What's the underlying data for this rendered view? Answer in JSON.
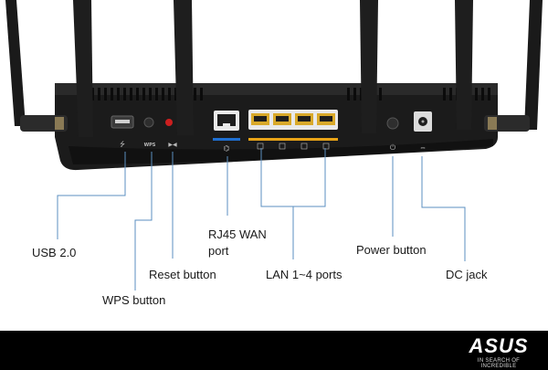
{
  "labels": {
    "usb": "USB 2.0",
    "wps": "WPS button",
    "reset": "Reset button",
    "wan_line1": "RJ45 WAN",
    "wan_line2": "port",
    "lan": "LAN 1~4 ports",
    "power": "Power button",
    "dc": "DC jack"
  },
  "brand": {
    "name": "ASUS",
    "tagline": "IN SEARCH OF INCREDIBLE"
  },
  "colors": {
    "wan_indicator": "#1f6fd0",
    "lan_indicator": "#e8a317",
    "lan_port_pins": "#d9a92a",
    "reset_button": "#cc1f1f",
    "footer": "#000000",
    "callout_line": "#5b8fc0"
  }
}
